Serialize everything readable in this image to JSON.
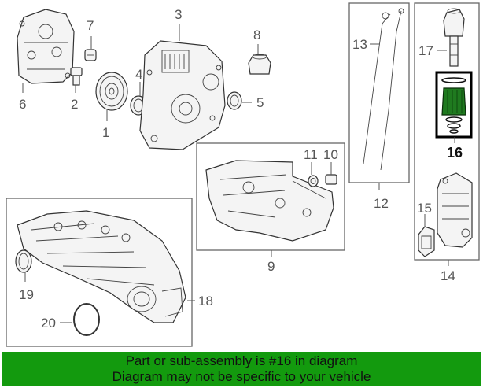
{
  "callouts": {
    "c1": "1",
    "c2": "2",
    "c3": "3",
    "c4": "4",
    "c5": "5",
    "c6": "6",
    "c7": "7",
    "c8": "8",
    "c9": "9",
    "c10": "10",
    "c11": "11",
    "c12": "12",
    "c13": "13",
    "c14": "14",
    "c15": "15",
    "c16": "16",
    "c17": "17",
    "c18": "18",
    "c19": "19",
    "c20": "20"
  },
  "banner": {
    "line1": "Part or sub-assembly is #16 in diagram",
    "line2": "Diagram may not be specific to your vehicle"
  },
  "colors": {
    "banner_bg": "#139a0e",
    "highlight_part": "#1f7a1f"
  }
}
